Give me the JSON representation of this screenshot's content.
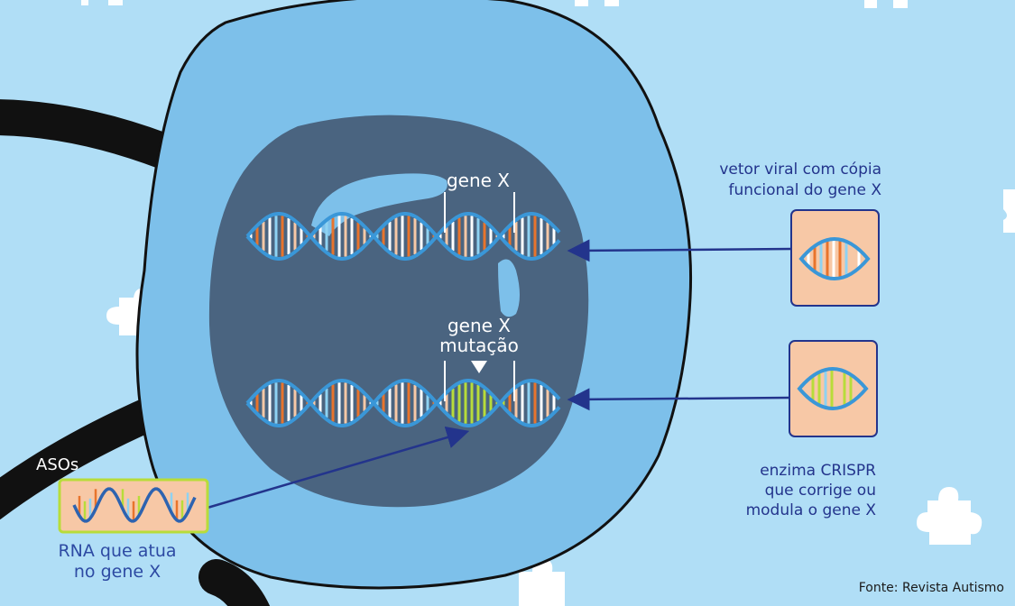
{
  "labels": {
    "gene_x": "gene X",
    "gene_x_mutation_line1": "gene X",
    "gene_x_mutation_line2": "mutação",
    "viral_vector_line1": "vetor viral com cópia",
    "viral_vector_line2": "funcional do gene X",
    "crispr_line1": "enzima CRISPR",
    "crispr_line2": "que corrige ou",
    "crispr_line3": "modula o gene X",
    "asos": "ASOs",
    "rna_line1": "RNA que atua",
    "rna_line2": "no gene X",
    "source": "Fonte: Revista Autismo"
  },
  "colors": {
    "background": "#b0def6",
    "cell": "#7dc0ea",
    "nucleus": "#4a6480",
    "dna_strand": "#3a97d8",
    "arrow": "#23348c",
    "vector_box": "#f7c8a6",
    "rna_box": "#f7c8a6",
    "rna_box_border": "#b8dc3a",
    "base_orange": "#e8742c",
    "base_white": "#ffffff",
    "base_peach": "#f7c8a6",
    "base_lightblue": "#8ed2f2",
    "base_green": "#b8dc3a"
  },
  "icons": [
    "puzzle-piece-icon",
    "dna-helix-icon",
    "rna-strand-icon",
    "arrow-icon"
  ]
}
